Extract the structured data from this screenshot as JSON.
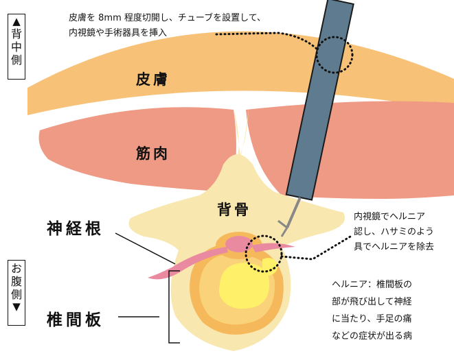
{
  "side_labels": {
    "back": {
      "arrow": "▲",
      "chars": [
        "背",
        "中",
        "側"
      ]
    },
    "belly": {
      "arrow": "▼",
      "chars": [
        "お",
        "腹",
        "側"
      ]
    }
  },
  "annotations": {
    "insertion_line1": "皮膚を 8mm 程度切開し、チューブを設置して、",
    "insertion_line2": "内視鏡や手術器具を挿入",
    "removal_line1": "内視鏡でヘルニア",
    "removal_line2": "認し、ハサミのよう",
    "removal_line3": "具でヘルニアを除去",
    "hernia_line1": "ヘルニア：椎間板の",
    "hernia_line2": "部が飛び出して神経",
    "hernia_line3": "に当たり、手足の痛",
    "hernia_line4": "などの症状が出る病"
  },
  "labels": {
    "skin": "皮膚",
    "muscle": "筋肉",
    "bone": "背骨",
    "nerve_root": "神経根",
    "disc": "椎間板"
  },
  "colors": {
    "skin": "#f7c277",
    "muscle": "#ee9a84",
    "bone": "#f9e7b0",
    "disc_ring": "#f5b85a",
    "disc_nucleus": "#fff06a",
    "nerve": "#ea8aa0",
    "endoscope": "#5f7b8f"
  }
}
